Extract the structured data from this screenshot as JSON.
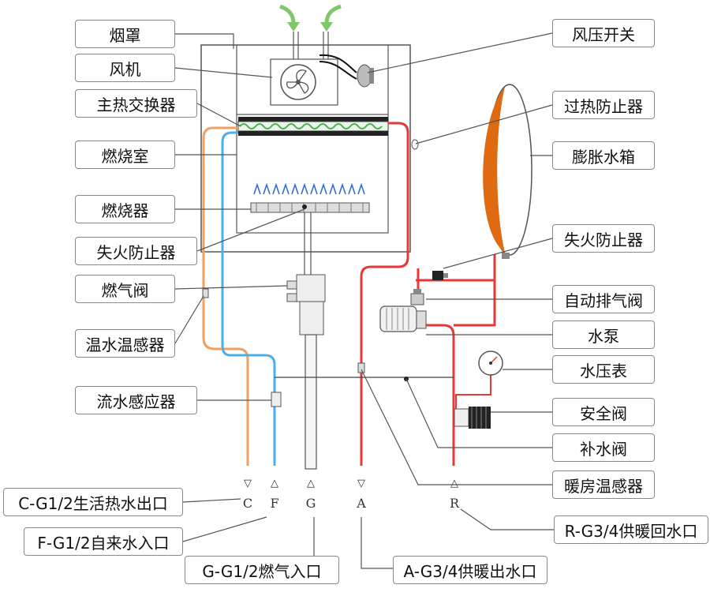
{
  "labels": {
    "yanzhao": "烟罩",
    "fengji": "风机",
    "zhure": "主热交换器",
    "ranshaoshi": "燃烧室",
    "ranshaoqi": "燃烧器",
    "shihuo_left": "失火防止器",
    "ranqifa": "燃气阀",
    "wenshui": "温水温感器",
    "liushui": "流水感应器",
    "fengya": "风压开关",
    "guore": "过热防止器",
    "pengzhang": "膨胀水箱",
    "shihuo_right": "失火防止器",
    "zidong": "自动排气阀",
    "shuibeng": "水泵",
    "shuiya": "水压表",
    "anquan": "安全阀",
    "bushui": "补水阀",
    "nuanfang": "暖房温感器",
    "port_c": "C-G1/2生活热水出口",
    "port_f": "F-G1/2自来水入口",
    "port_g": "G-G1/2燃气入口",
    "port_a": "A-G3/4供暖出水口",
    "port_r": "R-G3/4供暖回水口"
  },
  "ports": {
    "c": "C",
    "f": "F",
    "g": "G",
    "a": "A",
    "r": "R"
  },
  "symbols": {
    "out": "▽",
    "in": "△"
  },
  "colors": {
    "hot_water": "#f0a060",
    "cold_water": "#4ab0e8",
    "heating": "#e83838",
    "expansion_tank": "#e06a10",
    "arrow": "#7ec86a",
    "leader": "#555555",
    "frame": "#555555"
  }
}
